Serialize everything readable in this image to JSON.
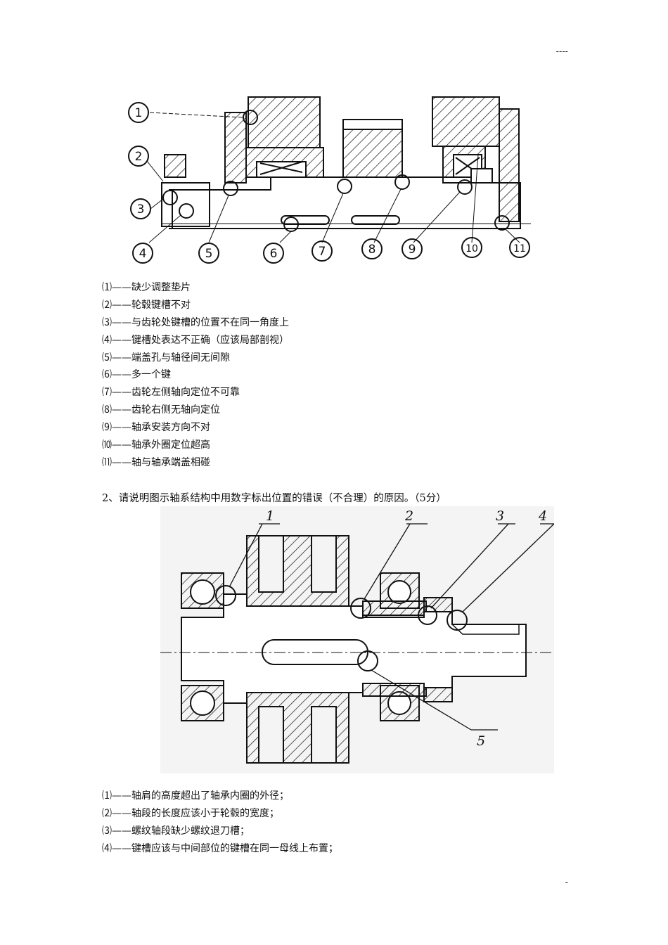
{
  "header": {
    "mark": "----"
  },
  "footer": {
    "mark": "-"
  },
  "figure1": {
    "callouts": [
      "1",
      "2",
      "3",
      "4",
      "5",
      "6",
      "7",
      "8",
      "9",
      "10",
      "11"
    ]
  },
  "answers1": [
    "⑴——缺少调整垫片",
    "⑵——轮毂键槽不对",
    "⑶——与齿轮处键槽的位置不在同一角度上",
    "⑷——键槽处表达不正确（应该局部剖视）",
    "⑸——端盖孔与轴径间无间隙",
    "⑹——多一个键",
    "⑺——齿轮左侧轴向定位不可靠",
    "⑻——齿轮右侧无轴向定位",
    "⑼——轴承安装方向不对",
    "⑽——轴承外圈定位超高",
    "⑾——轴与轴承端盖相碰"
  ],
  "question2": "2、请说明图示轴系结构中用数字标出位置的错误（不合理）的原因。（5分）",
  "figure2": {
    "callouts": [
      "1",
      "2",
      "3",
      "4",
      "5"
    ]
  },
  "answers2": [
    "⑴——轴肩的高度超出了轴承内圈的外径；",
    "⑵——轴段的长度应该小于轮毂的宽度；",
    "⑶——螺纹轴段缺少螺纹退刀槽；",
    "⑷——键槽应该与中间部位的键槽在同一母线上布置；"
  ]
}
